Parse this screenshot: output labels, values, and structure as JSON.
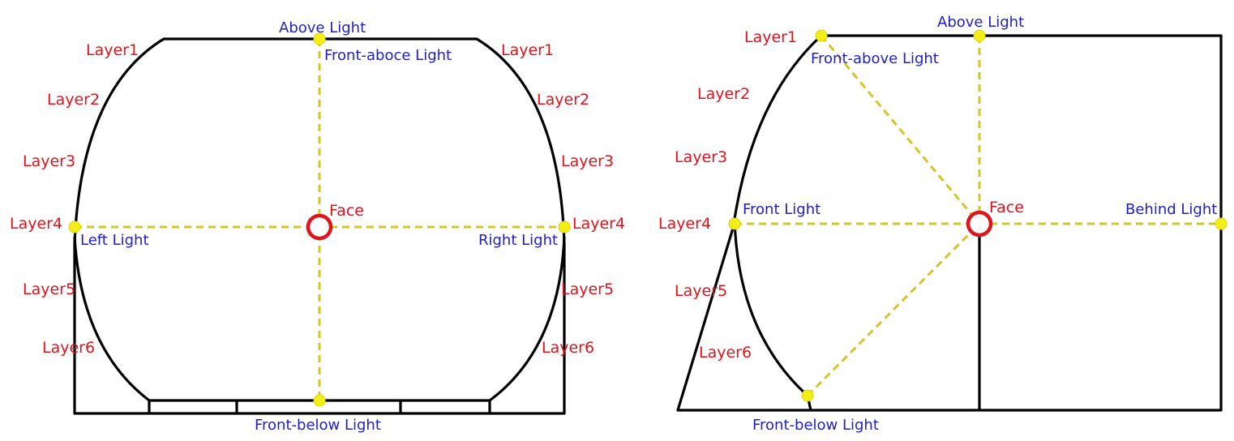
{
  "colors": {
    "outline": "#000000",
    "light_ray": "#d4c629",
    "light_point": "#f2ee18",
    "face": "#e0141c",
    "layer_label": "#e0141c",
    "light_label": "#1f1fc8"
  },
  "left_diagram": {
    "layers": {
      "left": [
        "Layer1",
        "Layer2",
        "Layer3",
        "Layer4",
        "Layer5",
        "Layer6"
      ],
      "right": [
        "Layer1",
        "Layer2",
        "Layer3",
        "Layer4",
        "Layer5",
        "Layer6"
      ]
    },
    "face_label": "Face",
    "lights": {
      "above": "Above Light",
      "front_above": "Front-aboce Light",
      "left": "Left Light",
      "right": "Right Light",
      "front_below": "Front-below Light"
    }
  },
  "right_diagram": {
    "layers": [
      "Layer1",
      "Layer2",
      "Layer3",
      "Layer4",
      "Layer5",
      "Layer6"
    ],
    "face_label": "Face",
    "lights": {
      "above": "Above Light",
      "front_above": "Front-above Light",
      "front": "Front Light",
      "behind": "Behind Light",
      "front_below": "Front-below Light"
    }
  }
}
